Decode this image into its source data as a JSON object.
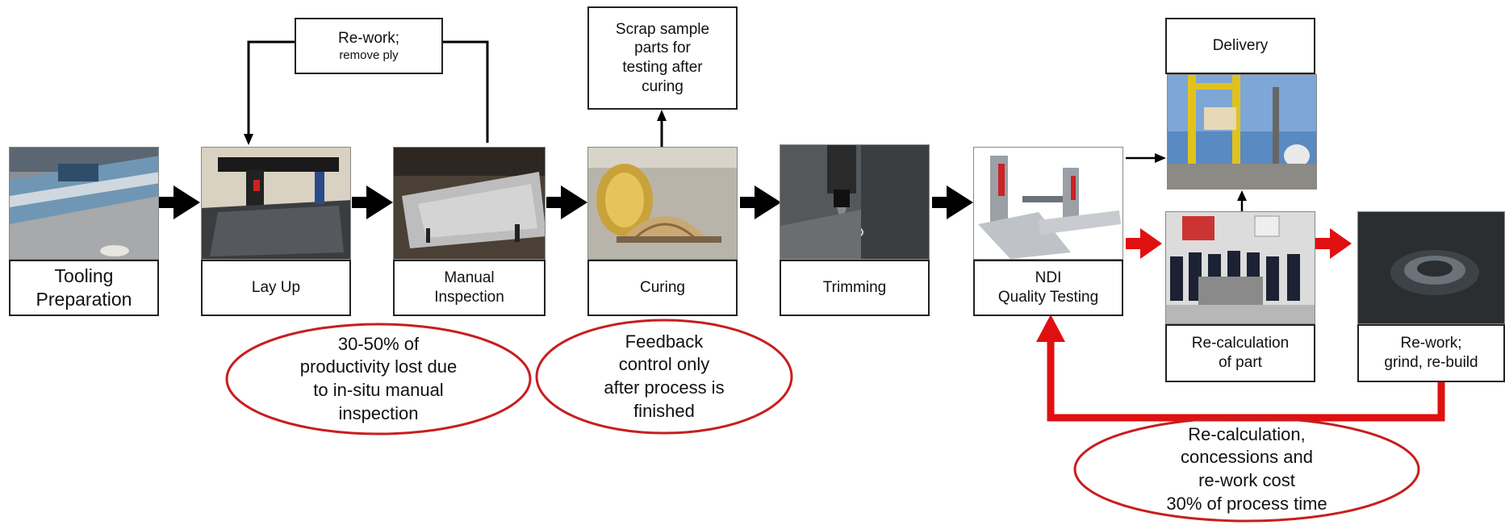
{
  "steps": {
    "tooling": {
      "label": "Tooling\nPreparation",
      "photo": "tooling-photo"
    },
    "layup": {
      "label": "Lay Up",
      "photo": "layup-photo"
    },
    "inspection": {
      "label": "Manual\nInspection",
      "photo": "inspection-photo"
    },
    "curing": {
      "label": "Curing",
      "photo": "curing-photo"
    },
    "trimming": {
      "label": "Trimming",
      "photo": "trimming-photo"
    },
    "ndi": {
      "label": "NDI\nQuality Testing",
      "photo": "ndi-photo"
    },
    "recalc": {
      "label": "Re-calculation\nof part",
      "photo": "recalc-photo"
    },
    "rework_grind": {
      "label": "Re-work;\ngrind, re-build",
      "photo": "rework-photo"
    },
    "delivery": {
      "label": "Delivery",
      "photo": "delivery-photo"
    }
  },
  "rework_ply": {
    "line1": "Re-work;",
    "line2": "remove ply"
  },
  "scrap": {
    "label": "Scrap sample\nparts for\ntesting after\ncuring"
  },
  "annotations": {
    "inspection_loss": "30-50% of\nproductivity lost due\nto in-situ manual\ninspection",
    "feedback": "Feedback\ncontrol only\nafter process is\nfinished",
    "rework_cost": "Re-calculation,\nconcessions and\nre-work cost\n30% of process time"
  },
  "colors": {
    "black_arrow": "#000000",
    "red_arrow": "#e01010",
    "ellipse": "#c81e1e"
  }
}
